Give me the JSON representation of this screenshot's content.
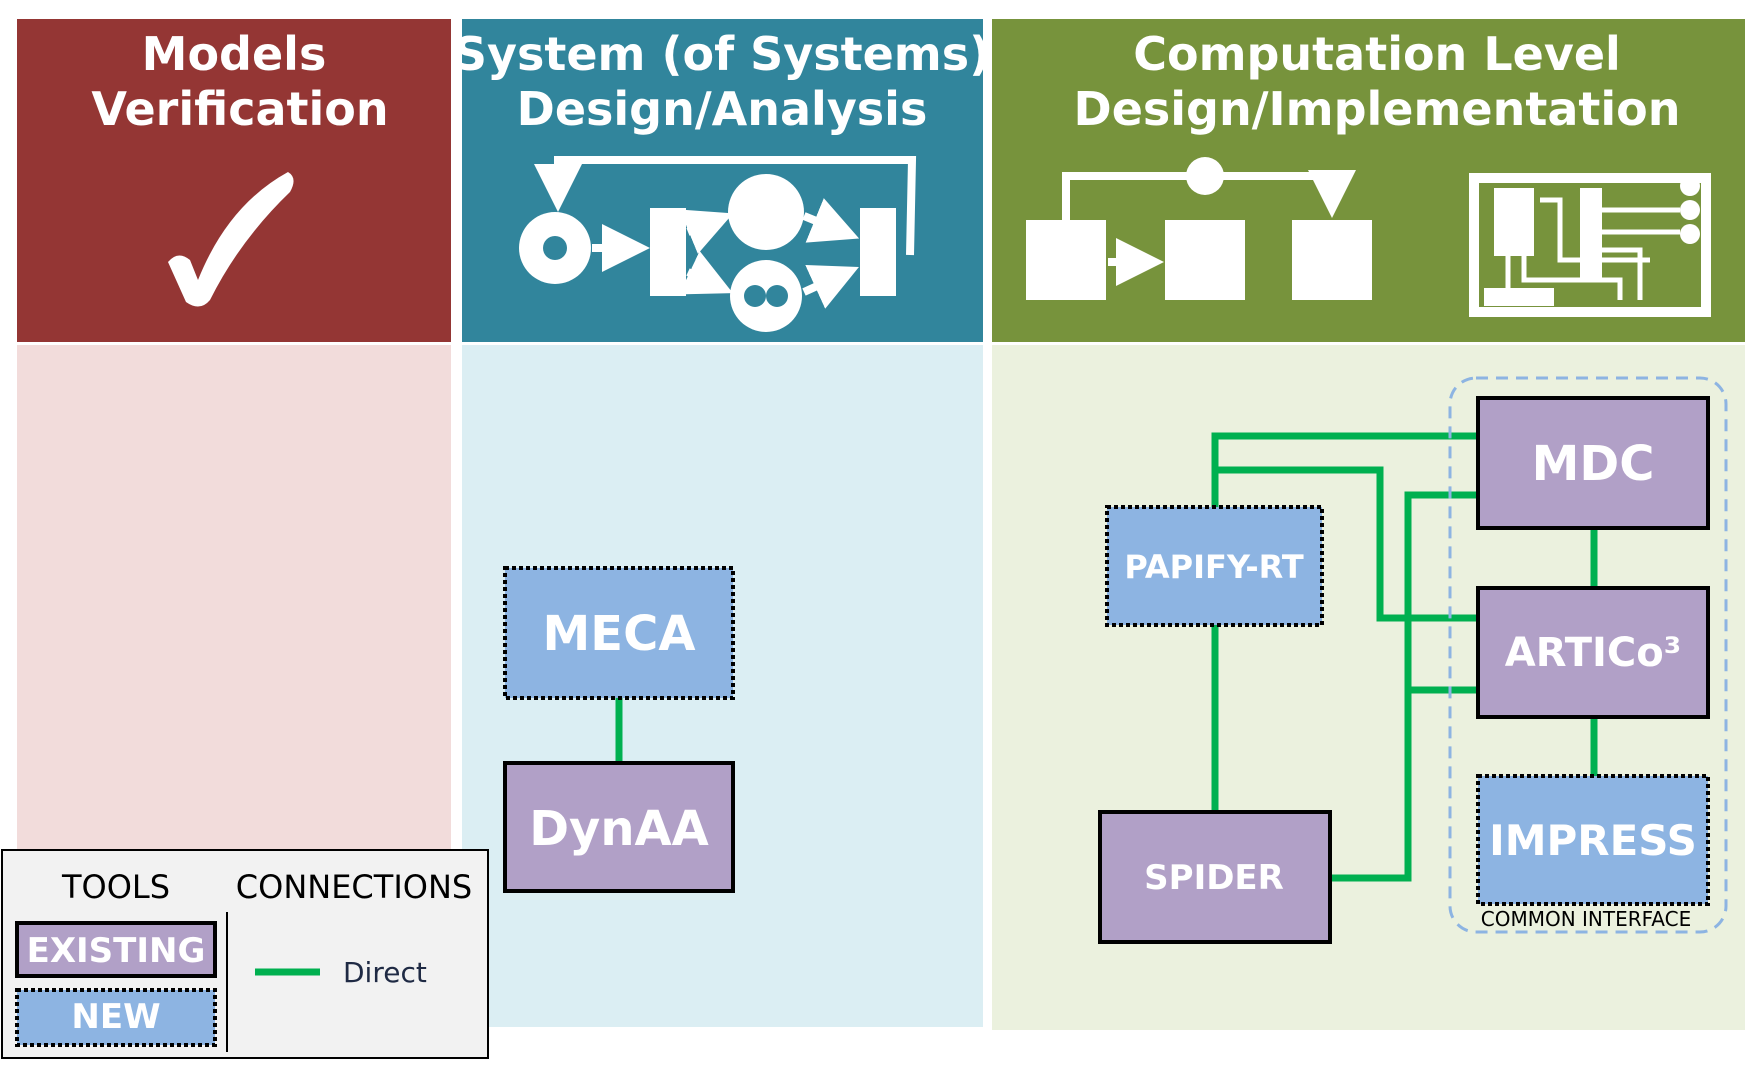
{
  "colors": {
    "red_header": "#943634",
    "red_body": "#f2dcdb",
    "teal_header": "#31859c",
    "teal_body": "#dbeef3",
    "green_header": "#77933c",
    "green_body": "#ebf1de",
    "existing_fill": "#b1a0c7",
    "new_fill": "#8db4e2",
    "connection": "#00b050",
    "interface_outline": "#8db4e2",
    "legend_bg": "#f2f2f2"
  },
  "columns": {
    "verification": {
      "line1": "Models",
      "line2": "Verification",
      "icon": "checkmark-icon"
    },
    "system": {
      "line1": "System (of Systems)",
      "line2": "Design/Analysis",
      "icon": "dataflow-graph-icon"
    },
    "computation": {
      "line1": "Computation Level",
      "line2": "Design/Implementation",
      "icons": [
        "block-diagram-icon",
        "circuit-board-icon"
      ]
    }
  },
  "tools": {
    "meca": {
      "label": "MECA",
      "kind": "new"
    },
    "dynaa": {
      "label": "DynAA",
      "kind": "existing"
    },
    "papify": {
      "label": "PAPIFY-RT",
      "kind": "new"
    },
    "spider": {
      "label": "SPIDER",
      "kind": "existing"
    },
    "mdc": {
      "label": "MDC",
      "kind": "existing"
    },
    "artico": {
      "label": "ARTICo³",
      "kind": "existing"
    },
    "impress": {
      "label": "IMPRESS",
      "kind": "new"
    }
  },
  "common_interface": {
    "label": "COMMON INTERFACE"
  },
  "legend": {
    "tools_title": "TOOLS",
    "connections_title": "CONNECTIONS",
    "existing_label": "EXISTING",
    "new_label": "NEW",
    "direct_label": "Direct"
  }
}
